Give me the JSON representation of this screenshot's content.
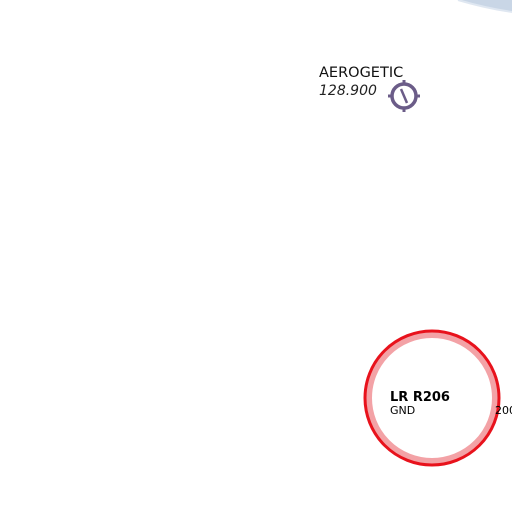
{
  "map": {
    "background_color": "#ffffff",
    "water_color": "#c9d6e6",
    "radio_station": {
      "name": "AEROGETIC",
      "frequency": "128.900",
      "icon": "radio-station-icon",
      "color": "#6b5c88"
    },
    "restricted_area": {
      "name": "LR R206",
      "lower_limit": "GND",
      "edge_label": "200",
      "border_color": "#e8121c",
      "inner_ring_color": "#f3a2a6"
    }
  }
}
